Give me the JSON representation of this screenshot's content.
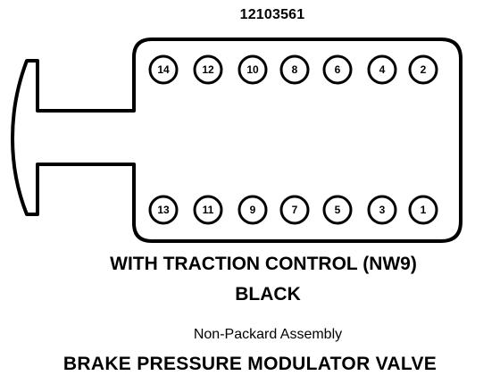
{
  "part_number": "12103561",
  "title_line1": "WITH TRACTION CONTROL (NW9)",
  "title_line2": "BLACK",
  "subtitle": "Non-Packard Assembly",
  "caption": "BRAKE PRESSURE MODULATOR VALVE",
  "top_row_pins": [
    "14",
    "12",
    "10",
    "8",
    "6",
    "4",
    "2"
  ],
  "bottom_row_pins": [
    "13",
    "11",
    "9",
    "7",
    "5",
    "3",
    "1"
  ]
}
